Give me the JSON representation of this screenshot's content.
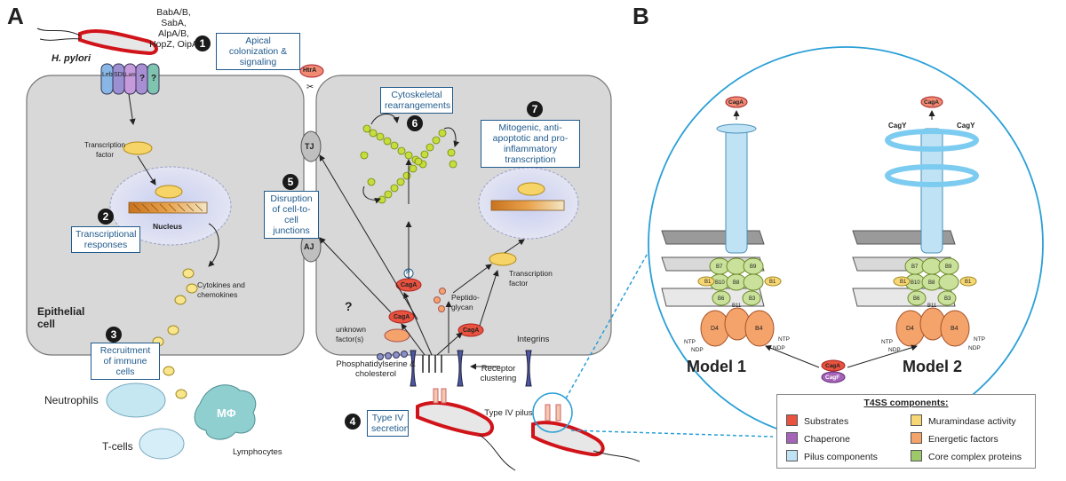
{
  "panels": {
    "a": "A",
    "b": "B"
  },
  "numbers": {
    "n1": "1",
    "n2": "2",
    "n3": "3",
    "n4": "4",
    "n5": "5",
    "n6": "6",
    "n7": "7"
  },
  "boxes": {
    "apical": "Apical colonization & signaling",
    "transcriptional": "Transcriptional responses",
    "recruitment": "Recruitment of immune cells",
    "typeiv_secretion": "Type IV secretion",
    "disruption": "Disruption of cell-to-cell junctions",
    "cytoskeletal": "Cytoskeletal rearrangements",
    "mitogenic": "Mitogenic, anti-apoptotic and pro-inflammatory transcription"
  },
  "labels": {
    "hpylori": "H. pylori",
    "adhesins": "BabA/B, SabA, AlpA/B, HopZ, OipA",
    "receptor_leb": "Leb",
    "receptor_sdl": "SDL",
    "receptor_laminin": "Laminin",
    "receptor_q": "?",
    "tf_left": "Transcription factor",
    "nucleus": "Nucleus",
    "cytokines": "Cytokines and chemokines",
    "epithelial": "Epithelial cell",
    "neutrophils": "Neutrophils",
    "tcells": "T-cells",
    "macrophage": "MΦ",
    "lymphocytes": "Lymphocytes",
    "htra": "HtrA",
    "tj": "TJ",
    "aj": "AJ",
    "tf_right": "Transcription factor",
    "peptidoglycan": "Peptido-glycan",
    "p": "P",
    "caga": "CagA",
    "question": "?",
    "unknown": "unknown factor(s)",
    "integrins": "Integrins",
    "phosphatidyl": "Phosphatidylserine & cholesterol",
    "receptor_clustering": "Receptor clustering",
    "typeiv_pilus": "Type IV pilus",
    "model1": "Model 1",
    "model2": "Model 2",
    "cagy": "CagY",
    "cagf": "CagF",
    "ntp": "NTP",
    "ndp": "NDP",
    "b_labels": [
      "B1",
      "B7",
      "B9",
      "B8",
      "B10",
      "B11",
      "B6",
      "B3",
      "D4",
      "B4"
    ]
  },
  "legend": {
    "title": "T4SS components:",
    "items": [
      {
        "label": "Substrates",
        "color": "#e8523f"
      },
      {
        "label": "Muramindase activity",
        "color": "#f7d774"
      },
      {
        "label": "Chaperone",
        "color": "#a564b8"
      },
      {
        "label": "Energetic factors",
        "color": "#f4a36a"
      },
      {
        "label": "Pilus components",
        "color": "#bfe3f5"
      },
      {
        "label": "Core complex proteins",
        "color": "#9ec96b"
      }
    ]
  },
  "colors": {
    "cell": "#d8d8d8",
    "caga": "#e8523f",
    "bacteria": "#d0141a",
    "circle": "#2a9fd6",
    "immune": "#c4e7f2"
  }
}
